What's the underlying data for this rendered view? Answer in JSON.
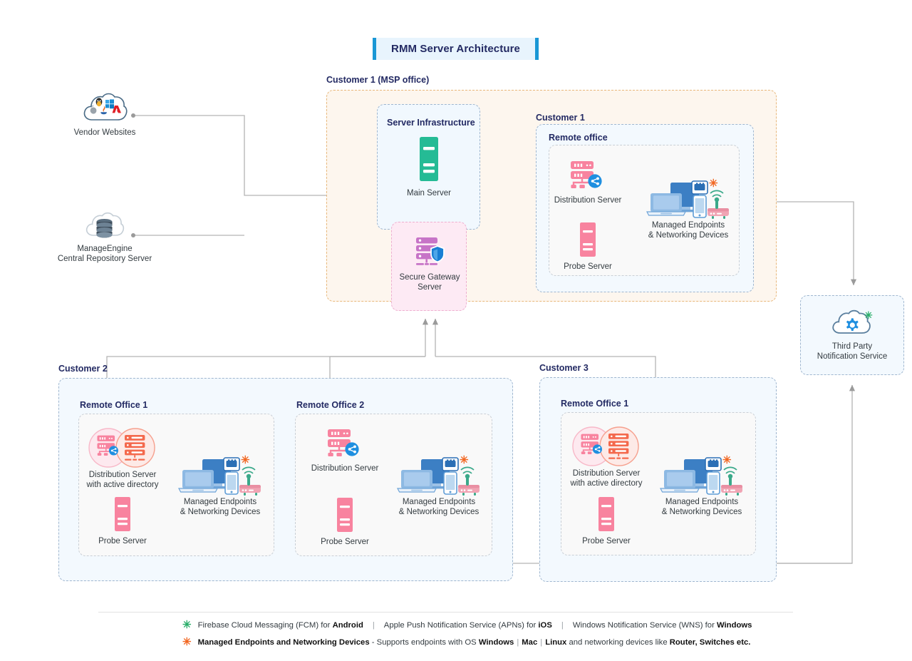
{
  "title": "RMM Server Architecture",
  "groups": {
    "msp": "Customer 1 (MSP office)",
    "server_infrastructure": "Server Infrastructure",
    "customer1": "Customer 1",
    "customer1_remote": "Remote office",
    "customer2": "Customer 2",
    "customer2_office1": "Remote Office 1",
    "customer2_office2": "Remote Office 2",
    "customer3": "Customer 3",
    "customer3_office1": "Remote Office 1"
  },
  "nodes": {
    "vendor_websites": "Vendor Websites",
    "manageengine_repo": "ManageEngine\nCentral Repository Server",
    "main_server": "Main Server",
    "secure_gateway": "Secure Gateway\nServer",
    "distribution_server": "Distribution Server",
    "distribution_server_ad": "Distribution Server\nwith active directory",
    "probe_server": "Probe Server",
    "managed_endpoints": "Managed Endpoints\n& Networking Devices",
    "third_party_notification": "Third Party\nNotification Service"
  },
  "legend": {
    "row1": {
      "asterisk": "asterisk-green-icon",
      "part1_pre": "Firebase Cloud Messaging (FCM) for ",
      "part1_bold": "Android",
      "part2_pre": "Apple Push Notification Service (APNs) for ",
      "part2_bold": "iOS",
      "part3_pre": "Windows Notification Service (WNS) for ",
      "part3_bold": "Windows",
      "divider": "|"
    },
    "row2": {
      "asterisk": "asterisk-orange-icon",
      "bold_lead": "Managed Endpoints and Networking Devices",
      "mid": " - Supports endpoints with OS ",
      "os1": "Windows",
      "os2": "Mac",
      "os3": "Linux",
      "tail": " and networking devices like ",
      "devices_bold": "Router, Switches etc.",
      "divider": "|"
    }
  },
  "colors": {
    "title_text": "#232a63",
    "title_bg": "#e8f4fd",
    "title_bar": "#1a97d5",
    "msp_bg": "#fdf6ee",
    "msp_border": "#e8b77a",
    "blue_box_bg": "#f3f9fe",
    "blue_box_border": "#9fb6cf",
    "pink_box_bg": "#fdeaf4",
    "pink_box_border": "#eeafd0",
    "main_server": "#25bb95",
    "secure_gateway": "#c774c7",
    "distribution_server": "#f8839f",
    "probe_server": "#f8839f",
    "endpoint_blue": "#4a90d9",
    "notification_gear": "#1f8fe0",
    "asterisk_green": "#2aae6a",
    "asterisk_orange": "#f26722",
    "connector": "#b3b3b3"
  }
}
